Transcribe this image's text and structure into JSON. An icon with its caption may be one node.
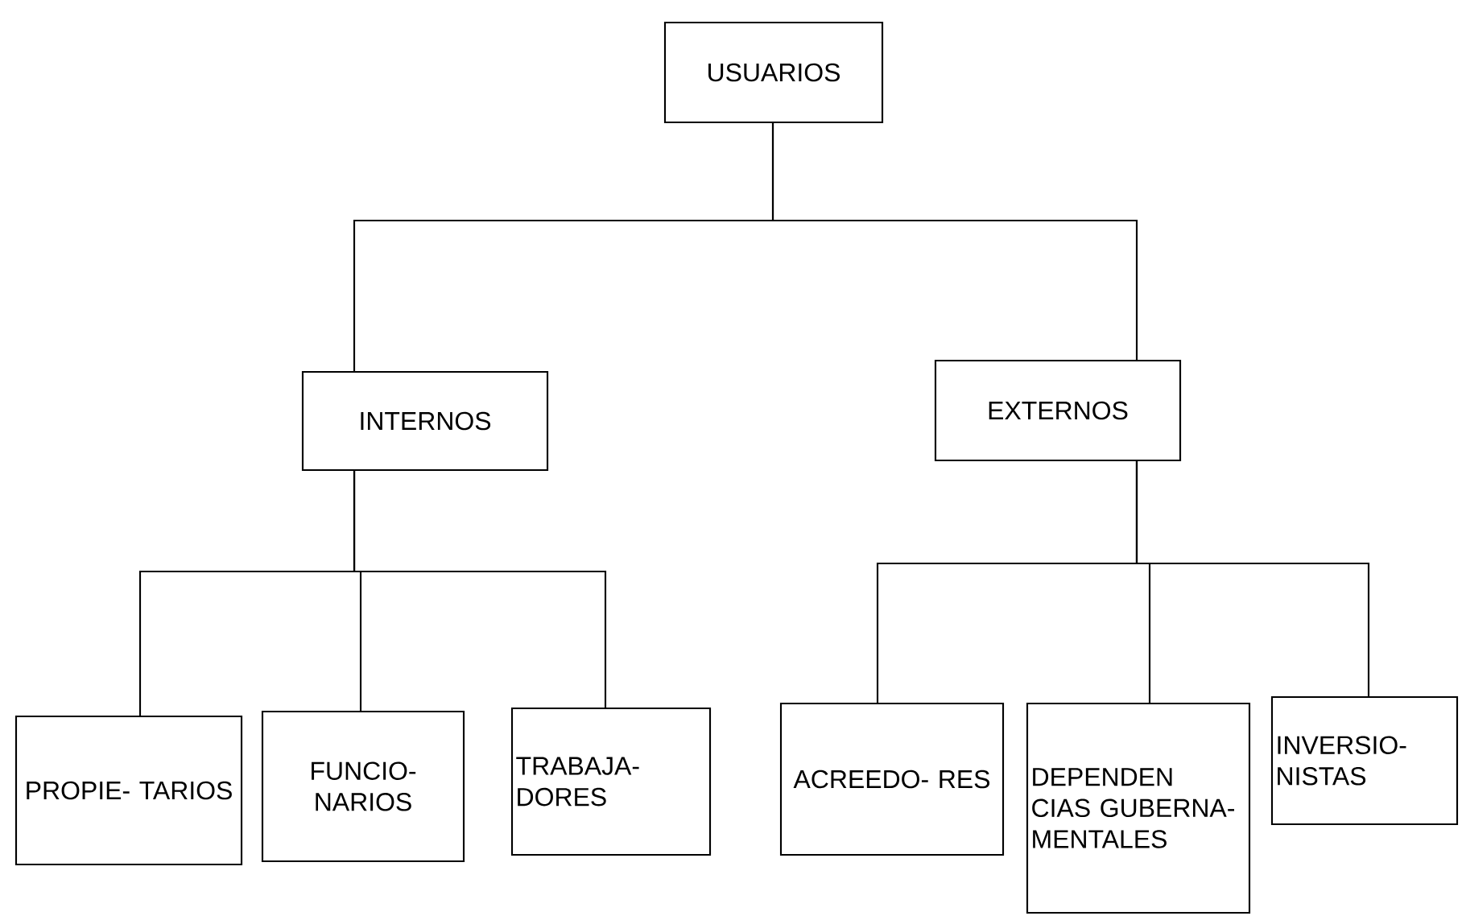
{
  "diagram": {
    "nodes": [
      {
        "text": [
          "USUARIOS"
        ]
      },
      {
        "text": [
          "INTERNOS"
        ]
      },
      {
        "text": [
          "EXTERNOS"
        ]
      },
      {
        "text": [
          "PROPIE- TARIOS"
        ]
      },
      {
        "text": [
          "FUNCIO- NARIOS"
        ]
      },
      {
        "text": [
          "TRABAJA- DORES"
        ]
      },
      {
        "text": [
          "ACREEDO- RES"
        ]
      },
      {
        "text": [
          "DEPENDEN CIAS GUBERNA- MENTALES"
        ]
      },
      {
        "text": [
          "INVERSIO- NISTAS"
        ]
      }
    ],
    "edges": [
      {
        "from": 0,
        "to": 1,
        "arrow": "none"
      },
      {
        "from": 0,
        "to": 2,
        "arrow": "none"
      },
      {
        "from": 1,
        "to": 3,
        "arrow": "none"
      },
      {
        "from": 1,
        "to": 4,
        "arrow": "none"
      },
      {
        "from": 1,
        "to": 5,
        "arrow": "none"
      },
      {
        "from": 2,
        "to": 6,
        "arrow": "none"
      },
      {
        "from": 2,
        "to": 7,
        "arrow": "none"
      },
      {
        "from": 2,
        "to": 8,
        "arrow": "none"
      }
    ]
  }
}
